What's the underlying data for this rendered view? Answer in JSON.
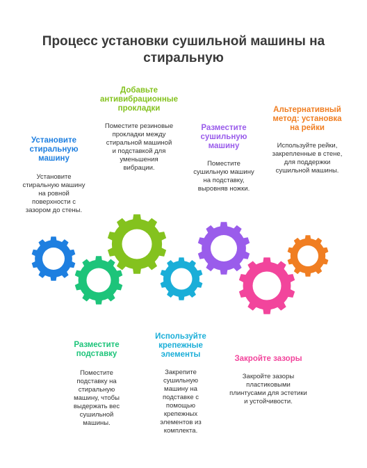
{
  "title": "Процесс установки сушильной машины на стиральную",
  "steps": [
    {
      "heading": "Установите стиральную машину",
      "text": "Установите стиральную машину на ровной поверхности с зазором до стены.",
      "color": "#1E7FE0"
    },
    {
      "heading": "Разместите подставку",
      "text": "Поместите подставку на стиральную машину, чтобы выдержать вес сушильной машины.",
      "color": "#1DC47A"
    },
    {
      "heading": "Добавьте антивибрационные прокладки",
      "text": "Поместите резиновые прокладки между стиральной машиной и подставкой для уменьшения вибрации.",
      "color": "#84C21E"
    },
    {
      "heading": "Используйте крепежные элементы",
      "text": "Закрепите сушильную машину на подставке с помощью крепежных элементов из комплекта.",
      "color": "#1AAED8"
    },
    {
      "heading": "Разместите сушильную машину",
      "text": "Поместите сушильную машину на подставку, выровняв ножки.",
      "color": "#9A5CEB"
    },
    {
      "heading": "Закройте зазоры",
      "text": "Закройте зазоры пластиковыми плинтусами для эстетики и устойчивости.",
      "color": "#F2459C"
    },
    {
      "heading": "Альтернативный метод: установка на рейки",
      "text": "Используйте рейки, закрепленные в стене, для поддержки сушильной машины.",
      "color": "#F07E22"
    }
  ]
}
